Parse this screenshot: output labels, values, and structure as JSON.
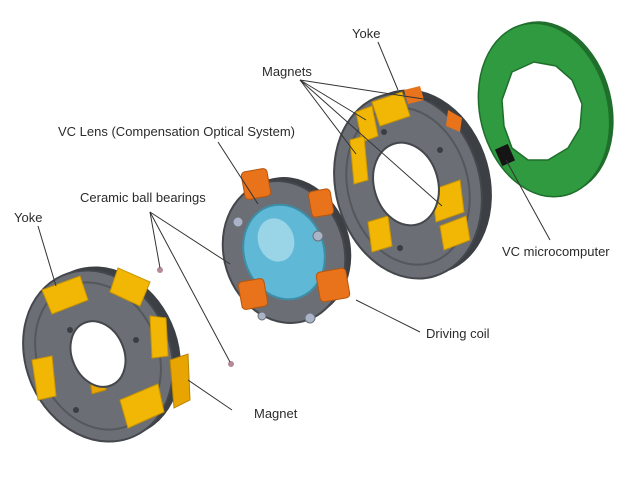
{
  "labels": {
    "yoke_left": "Yoke",
    "yoke_right": "Yoke",
    "ceramic_bearings": "Ceramic ball bearings",
    "vc_lens": "VC Lens (Compensation Optical System)",
    "magnets": "Magnets",
    "magnet": "Magnet",
    "driving_coil": "Driving coil",
    "vc_microcomputer": "VC microcomputer"
  },
  "colors": {
    "frame_dark": "#4a4d52",
    "frame_mid": "#6b6f75",
    "frame_light": "#8a8e94",
    "magnet_yellow": "#f2b705",
    "coil_orange": "#e8731a",
    "lens_blue": "#5fb8d6",
    "lens_highlight": "#bfe6f2",
    "pcb_green": "#2f9a3f",
    "pcb_dark": "#1f6e2c",
    "chip": "#151515",
    "bearing": "#b48a96",
    "leader_line": "#333333",
    "text": "#2b2b2b"
  }
}
